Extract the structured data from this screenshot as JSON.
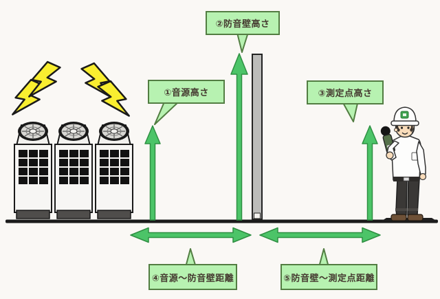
{
  "diagram": {
    "subject": "noise-barrier-measurement-setup",
    "labels": {
      "source_height": "①音源高さ",
      "wall_height": "②防音壁高さ",
      "measurement_height": "③測定点高さ",
      "source_to_wall": "④音源〜防音壁距離",
      "wall_to_measurement": "⑤防音壁〜測定点距離"
    },
    "icons": {
      "noise_source": "lightning-bolt-icon",
      "equipment": "air-conditioner-outdoor-units",
      "barrier": "soundproof-wall",
      "surveyor": "worker-with-sound-level-meter"
    },
    "colors": {
      "background": "#faf8f5",
      "label_bg": "#b7f2b1",
      "label_border": "#527d42",
      "label_text": "#453a30",
      "arrow_fill": "#4cc468",
      "arrow_stroke": "#2e8f42",
      "lightning_yellow": "#f9ee30",
      "wall_gray": "#bcbcba",
      "ground_black": "#1b1b1b"
    }
  }
}
